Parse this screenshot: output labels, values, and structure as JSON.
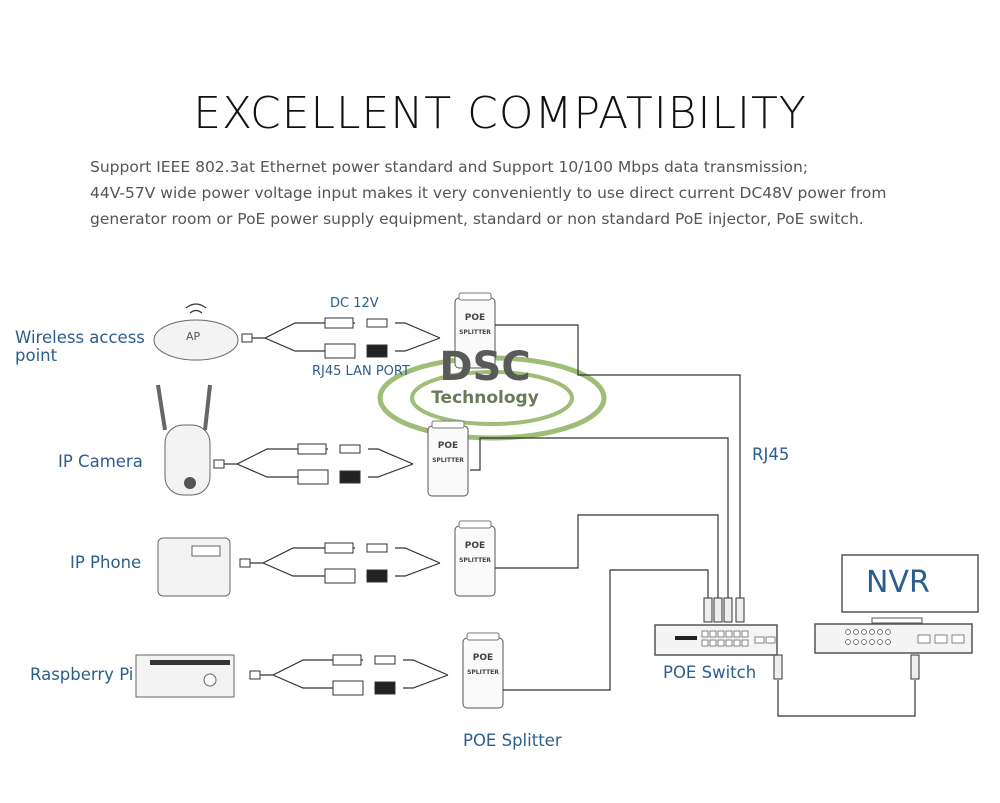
{
  "title": "EXCELLENT COMPATIBILITY",
  "description": [
    "Support IEEE 802.3at Ethernet power standard and  Support 10/100 Mbps data transmission;",
    "44V-57V wide power voltage input makes it very conveniently to use direct current DC48V power from",
    "generator room or PoE power supply equipment, standard or non standard PoE injector, PoE switch."
  ],
  "devices": {
    "ap": {
      "label_line1": "Wireless access",
      "label_line2": "point",
      "badge": "AP"
    },
    "camera": {
      "label": "IP Camera"
    },
    "phone": {
      "label": "IP Phone"
    },
    "pi": {
      "label": "Raspberry Pi"
    }
  },
  "cable_labels": {
    "dc": "DC 12V",
    "rj45_lan": "RJ45 LAN PORT",
    "rj45": "RJ45"
  },
  "splitter": {
    "line1": "POE",
    "line2": "SPLITTER",
    "label": "POE Splitter"
  },
  "switch": {
    "label": "POE Switch"
  },
  "nvr": {
    "label": "NVR"
  },
  "watermark": {
    "line1": "DSC",
    "line2": "Technology"
  },
  "colors": {
    "label": "#2c5d8f",
    "watermark_green": "#8db360",
    "line": "#333333"
  }
}
